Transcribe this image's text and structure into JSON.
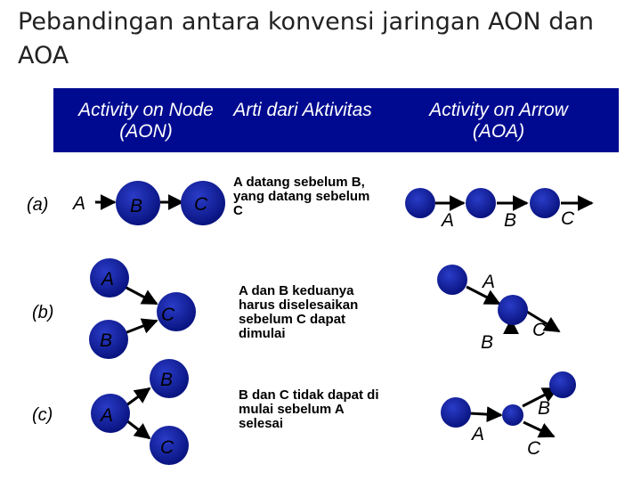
{
  "title": "Pebandingan antara konvensi jaringan AON dan AOA",
  "header": {
    "aon": "Activity on Node (AON)",
    "arti": "Arti dari Aktivitas",
    "aoa": "Activity on Arrow (AOA)"
  },
  "rows": {
    "a": {
      "label": "(a)",
      "description": "A datang sebelum B, yang datang sebelum C"
    },
    "b": {
      "label": "(b)",
      "description": "A dan B keduanya harus diselesaikan sebelum C dapat dimulai"
    },
    "c": {
      "label": "(c)",
      "description": "B dan C tidak dapat di mulai sebelum A selesai"
    }
  },
  "activities": {
    "A": "A",
    "B": "B",
    "C": "C"
  },
  "colors": {
    "header_band": "#000a90",
    "node_fill": "#0a1496",
    "arrow": "#000000"
  }
}
